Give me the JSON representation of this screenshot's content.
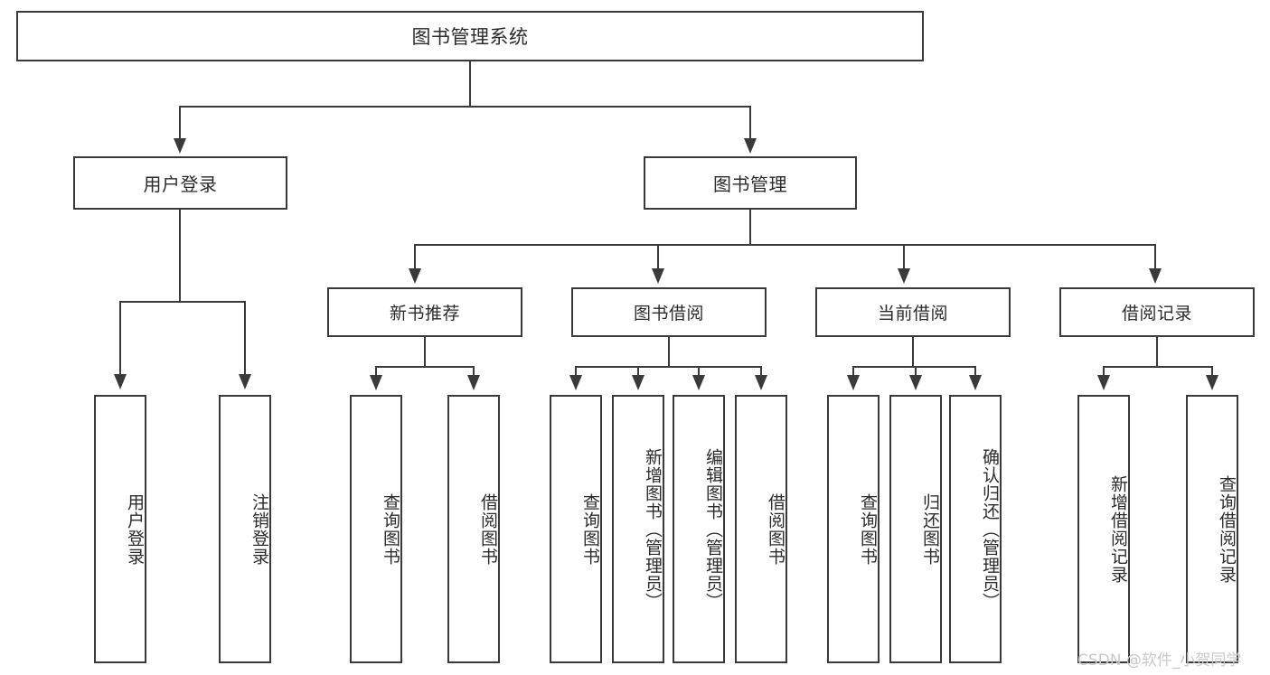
{
  "diagram": {
    "type": "tree",
    "title": "图书管理系统",
    "watermark": "CSDN @软件_小贺同学",
    "colors": {
      "box_border": "#3a3a3a",
      "box_fill": "#ffffff",
      "text": "#2b2b2b",
      "connector": "#3a3a3a",
      "watermark": "#c9c9c9",
      "background": "#ffffff"
    },
    "root": {
      "label": "图书管理系统"
    },
    "level2": [
      {
        "label": "用户登录"
      },
      {
        "label": "图书管理"
      }
    ],
    "level3": [
      {
        "label": "新书推荐"
      },
      {
        "label": "图书借阅"
      },
      {
        "label": "当前借阅"
      },
      {
        "label": "借阅记录"
      }
    ],
    "leaves": {
      "user_login": [
        {
          "label": "用户登录"
        },
        {
          "label": "注销登录"
        }
      ],
      "new_book": [
        {
          "label": "查询图书"
        },
        {
          "label": "借阅图书"
        }
      ],
      "book_borrow": [
        {
          "label": "查询图书"
        },
        {
          "label": "新增图书（管理员）"
        },
        {
          "label": "编辑图书（管理员）"
        },
        {
          "label": "借阅图书"
        }
      ],
      "current_borrow": [
        {
          "label": "查询图书"
        },
        {
          "label": "归还图书"
        },
        {
          "label": "确认归还（管理员）"
        }
      ],
      "borrow_record": [
        {
          "label": "新增借阅记录"
        },
        {
          "label": "查询借阅记录"
        }
      ]
    }
  }
}
